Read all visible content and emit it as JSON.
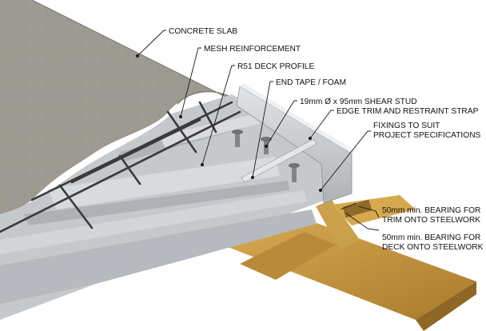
{
  "labels": {
    "concrete_slab": "CONCRETE SLAB",
    "mesh_reinforcement": "MESH REINFORCEMENT",
    "deck_profile": "R51 DECK PROFILE",
    "end_tape": "END TAPE / FOAM",
    "shear_stud": "19mm Ø x 95mm SHEAR STUD",
    "edge_trim": "EDGE TRIM AND RESTRAINT STRAP",
    "fixings_line1": "FIXINGS TO SUIT",
    "fixings_line2": "PROJECT SPECIFICATIONS",
    "bearing_trim_line1": "50mm min. BEARING FOR",
    "bearing_trim_line2": "TRIM ONTO STEELWORK",
    "bearing_deck_line1": "50mm min. BEARING FOR",
    "bearing_deck_line2": "DECK ONTO STEELWORK"
  },
  "colors": {
    "concrete": "#9a988f",
    "deck_steel": "#c4c7ca",
    "steel_beam": "#c9973f",
    "rebar": "#3a3a3a",
    "label_text": "#111111"
  }
}
